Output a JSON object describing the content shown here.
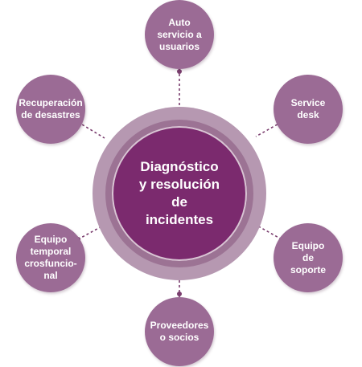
{
  "center": {
    "title": [
      "Diagnóstico",
      "y resolución",
      "de",
      "incidentes"
    ]
  },
  "nodes": {
    "top": [
      "Auto",
      "servicio a",
      "usuarios"
    ],
    "upper_right": [
      "Service",
      "desk"
    ],
    "lower_right": [
      "Equipo",
      "de",
      "soporte"
    ],
    "bottom": [
      "Proveedores",
      "o socios"
    ],
    "lower_left": [
      "Equipo",
      "temporal",
      "crosfuncio-",
      "nal"
    ],
    "upper_left": [
      "Recuperación",
      "de desastres"
    ]
  },
  "colors": {
    "core": "#7b2a6e",
    "outer_ring": "#b698b1",
    "inner_ring": "#9c7394",
    "node": "#9b6b95",
    "connector": "#7a3d6e",
    "text": "#ffffff"
  }
}
